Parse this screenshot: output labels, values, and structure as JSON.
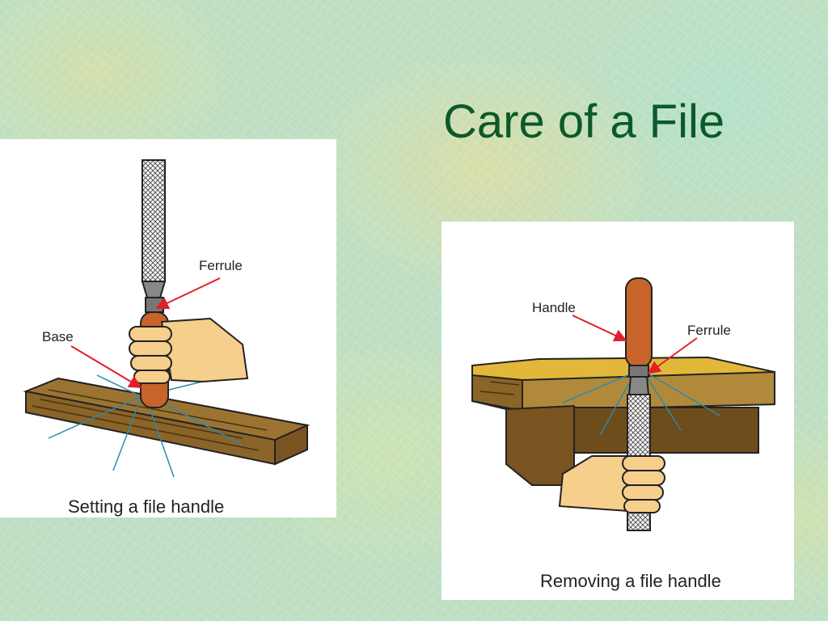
{
  "slide": {
    "title": "Care of a File"
  },
  "figure_left": {
    "caption": "Setting a file handle",
    "labels": {
      "ferrule": "Ferrule",
      "base": "Base"
    }
  },
  "figure_right": {
    "caption": "Removing a file handle",
    "labels": {
      "handle": "Handle",
      "ferrule": "Ferrule"
    }
  },
  "colors": {
    "title": "#0b5a2a",
    "arrow": "#e0202a",
    "wood": "#8a6428",
    "bench_top": "#e2b83a",
    "handle": "#c8642a",
    "skin": "#f6cf8c",
    "impact_lines": "#2a8ab0"
  }
}
